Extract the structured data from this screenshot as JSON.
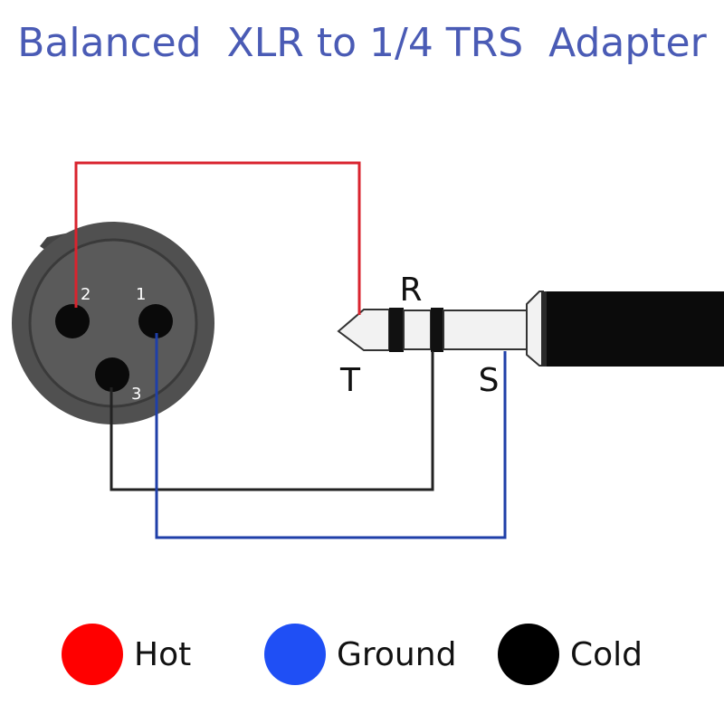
{
  "title": "Balanced  XLR to 1/4 TRS  Adapter",
  "xlr_pins": [
    "1",
    "2",
    "3"
  ],
  "trs_labels": {
    "tip": "T",
    "ring": "R",
    "sleeve": "S"
  },
  "legend": [
    {
      "label": "Hot",
      "color": "#ff0000"
    },
    {
      "label": "Ground",
      "color": "#1f4ff5"
    },
    {
      "label": "Cold",
      "color": "#000000"
    }
  ],
  "wire_colors": {
    "hot": "#d9232e",
    "ground": "#1f3fa8",
    "cold": "#222222"
  }
}
